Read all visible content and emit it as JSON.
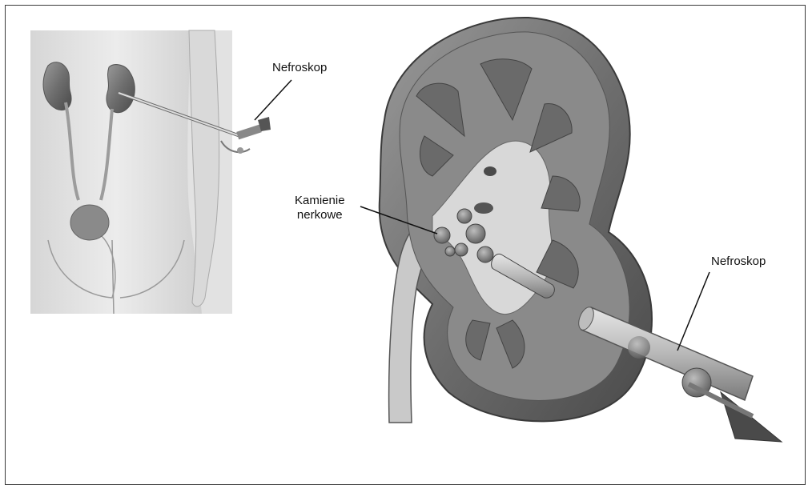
{
  "labels": {
    "nefroskop_top": "Nefroskop",
    "kamienie_line1": "Kamienie",
    "kamienie_line2": "nerkowe",
    "nefroskop_right": "Nefroskop"
  }
}
